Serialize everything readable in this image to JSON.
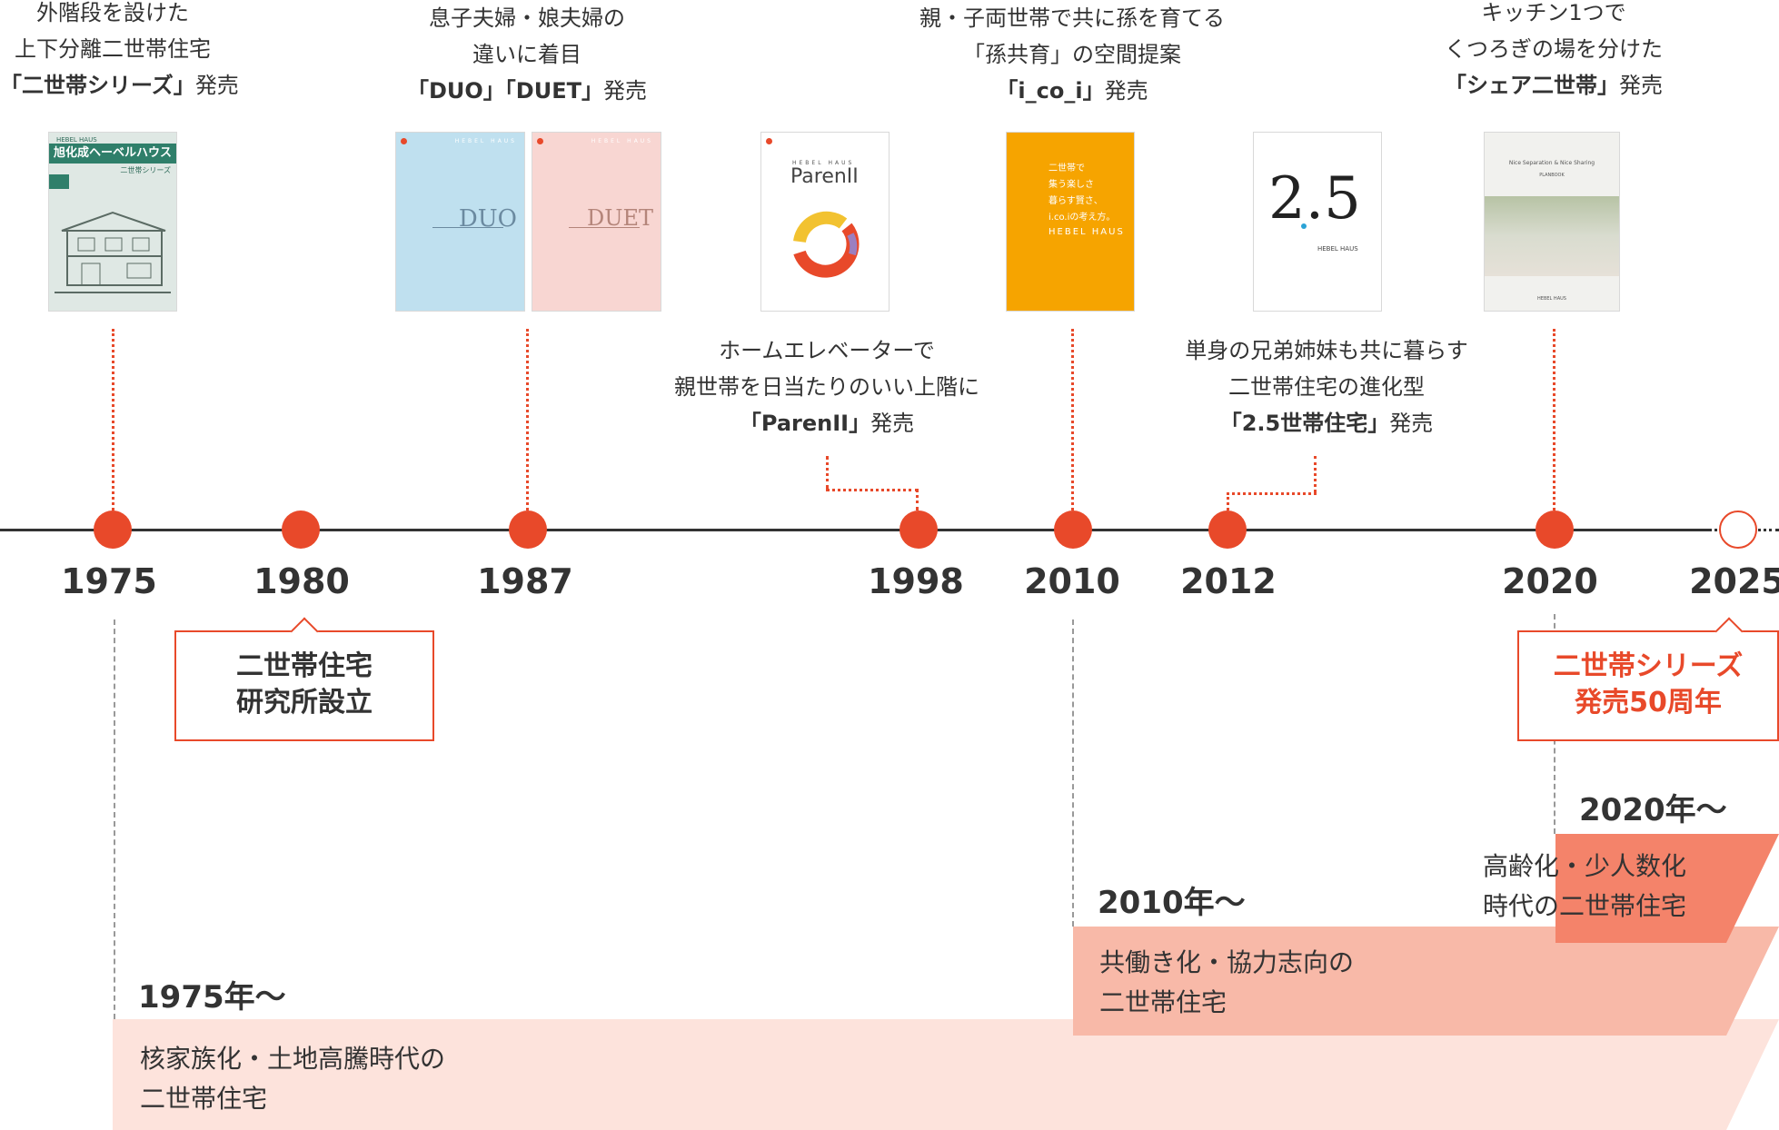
{
  "events_top": [
    {
      "lines": [
        "外階段を設けた",
        "上下分離二世帯住宅"
      ],
      "name_bold": "「二世帯シリーズ」",
      "suffix": "発売"
    },
    {
      "lines": [
        "息子夫婦・娘夫婦の",
        "違いに着目"
      ],
      "name_bold": "「DUO」「DUET」",
      "suffix": "発売"
    },
    {
      "lines": [
        "親・子両世帯で共に孫を育てる",
        "「孫共育」の空間提案"
      ],
      "name_bold": "「i_co_i」",
      "suffix": "発売"
    },
    {
      "lines": [
        "キッチン1つで",
        "くつろぎの場を分けた"
      ],
      "name_bold": "「シェア二世帯」",
      "suffix": "発売"
    }
  ],
  "events_mid": [
    {
      "lines": [
        "ホームエレベーターで",
        "親世帯を日当たりのいい上階に"
      ],
      "name_bold": "「ParenII」",
      "suffix": "発売"
    },
    {
      "lines": [
        "単身の兄弟姉妹も共に暮らす",
        "二世帯住宅の進化型"
      ],
      "name_bold": "「2.5世帯住宅」",
      "suffix": "発売"
    }
  ],
  "years": [
    "1975",
    "1980",
    "1987",
    "1998",
    "2010",
    "2012",
    "2020",
    "2025"
  ],
  "books": {
    "b1975": {
      "top": "旭化成ヘーベルハウス",
      "sub": "二世帯シリーズ",
      "tag": "HEBEL HAUS"
    },
    "duo": {
      "brand": "HEBEL HAUS",
      "title": "DUO"
    },
    "duet": {
      "brand": "HEBEL HAUS",
      "title": "DUET"
    },
    "paren": {
      "brand": "HEBEL HAUS",
      "title": "ParenII"
    },
    "icoi": {
      "lines": [
        "二世帯で",
        "集う楽しさ",
        "暮らす賢さ、",
        "i.co.iの考え方。"
      ],
      "brand": "HEBEL HAUS"
    },
    "b25": {
      "title": "2.5",
      "sub": "HEBEL HAUS"
    },
    "share": {
      "title": "Nice Separation & Nice Sharing",
      "sub": "PLANBOOK",
      "brand": "HEBEL HAUS"
    }
  },
  "callout_1980": {
    "line1": "二世帯住宅",
    "line2": "研究所設立"
  },
  "callout_2025": {
    "line1": "二世帯シリーズ",
    "line2": "発売50周年"
  },
  "bands": {
    "b1975": {
      "year": "1975年～",
      "line1": "核家族化・土地高騰時代の",
      "line2": "二世帯住宅"
    },
    "b2010": {
      "year": "2010年～",
      "line1": "共働き化・協力志向の",
      "line2": "二世帯住宅"
    },
    "b2020": {
      "year": "2020年～",
      "line1": "高齢化・少人数化",
      "line2": "時代の二世帯住宅"
    }
  },
  "colors": {
    "accent": "#e8492a",
    "line": "#333333",
    "band1": "#fde3dc",
    "band2": "#f8b9a8",
    "band3": "#f4836a"
  }
}
